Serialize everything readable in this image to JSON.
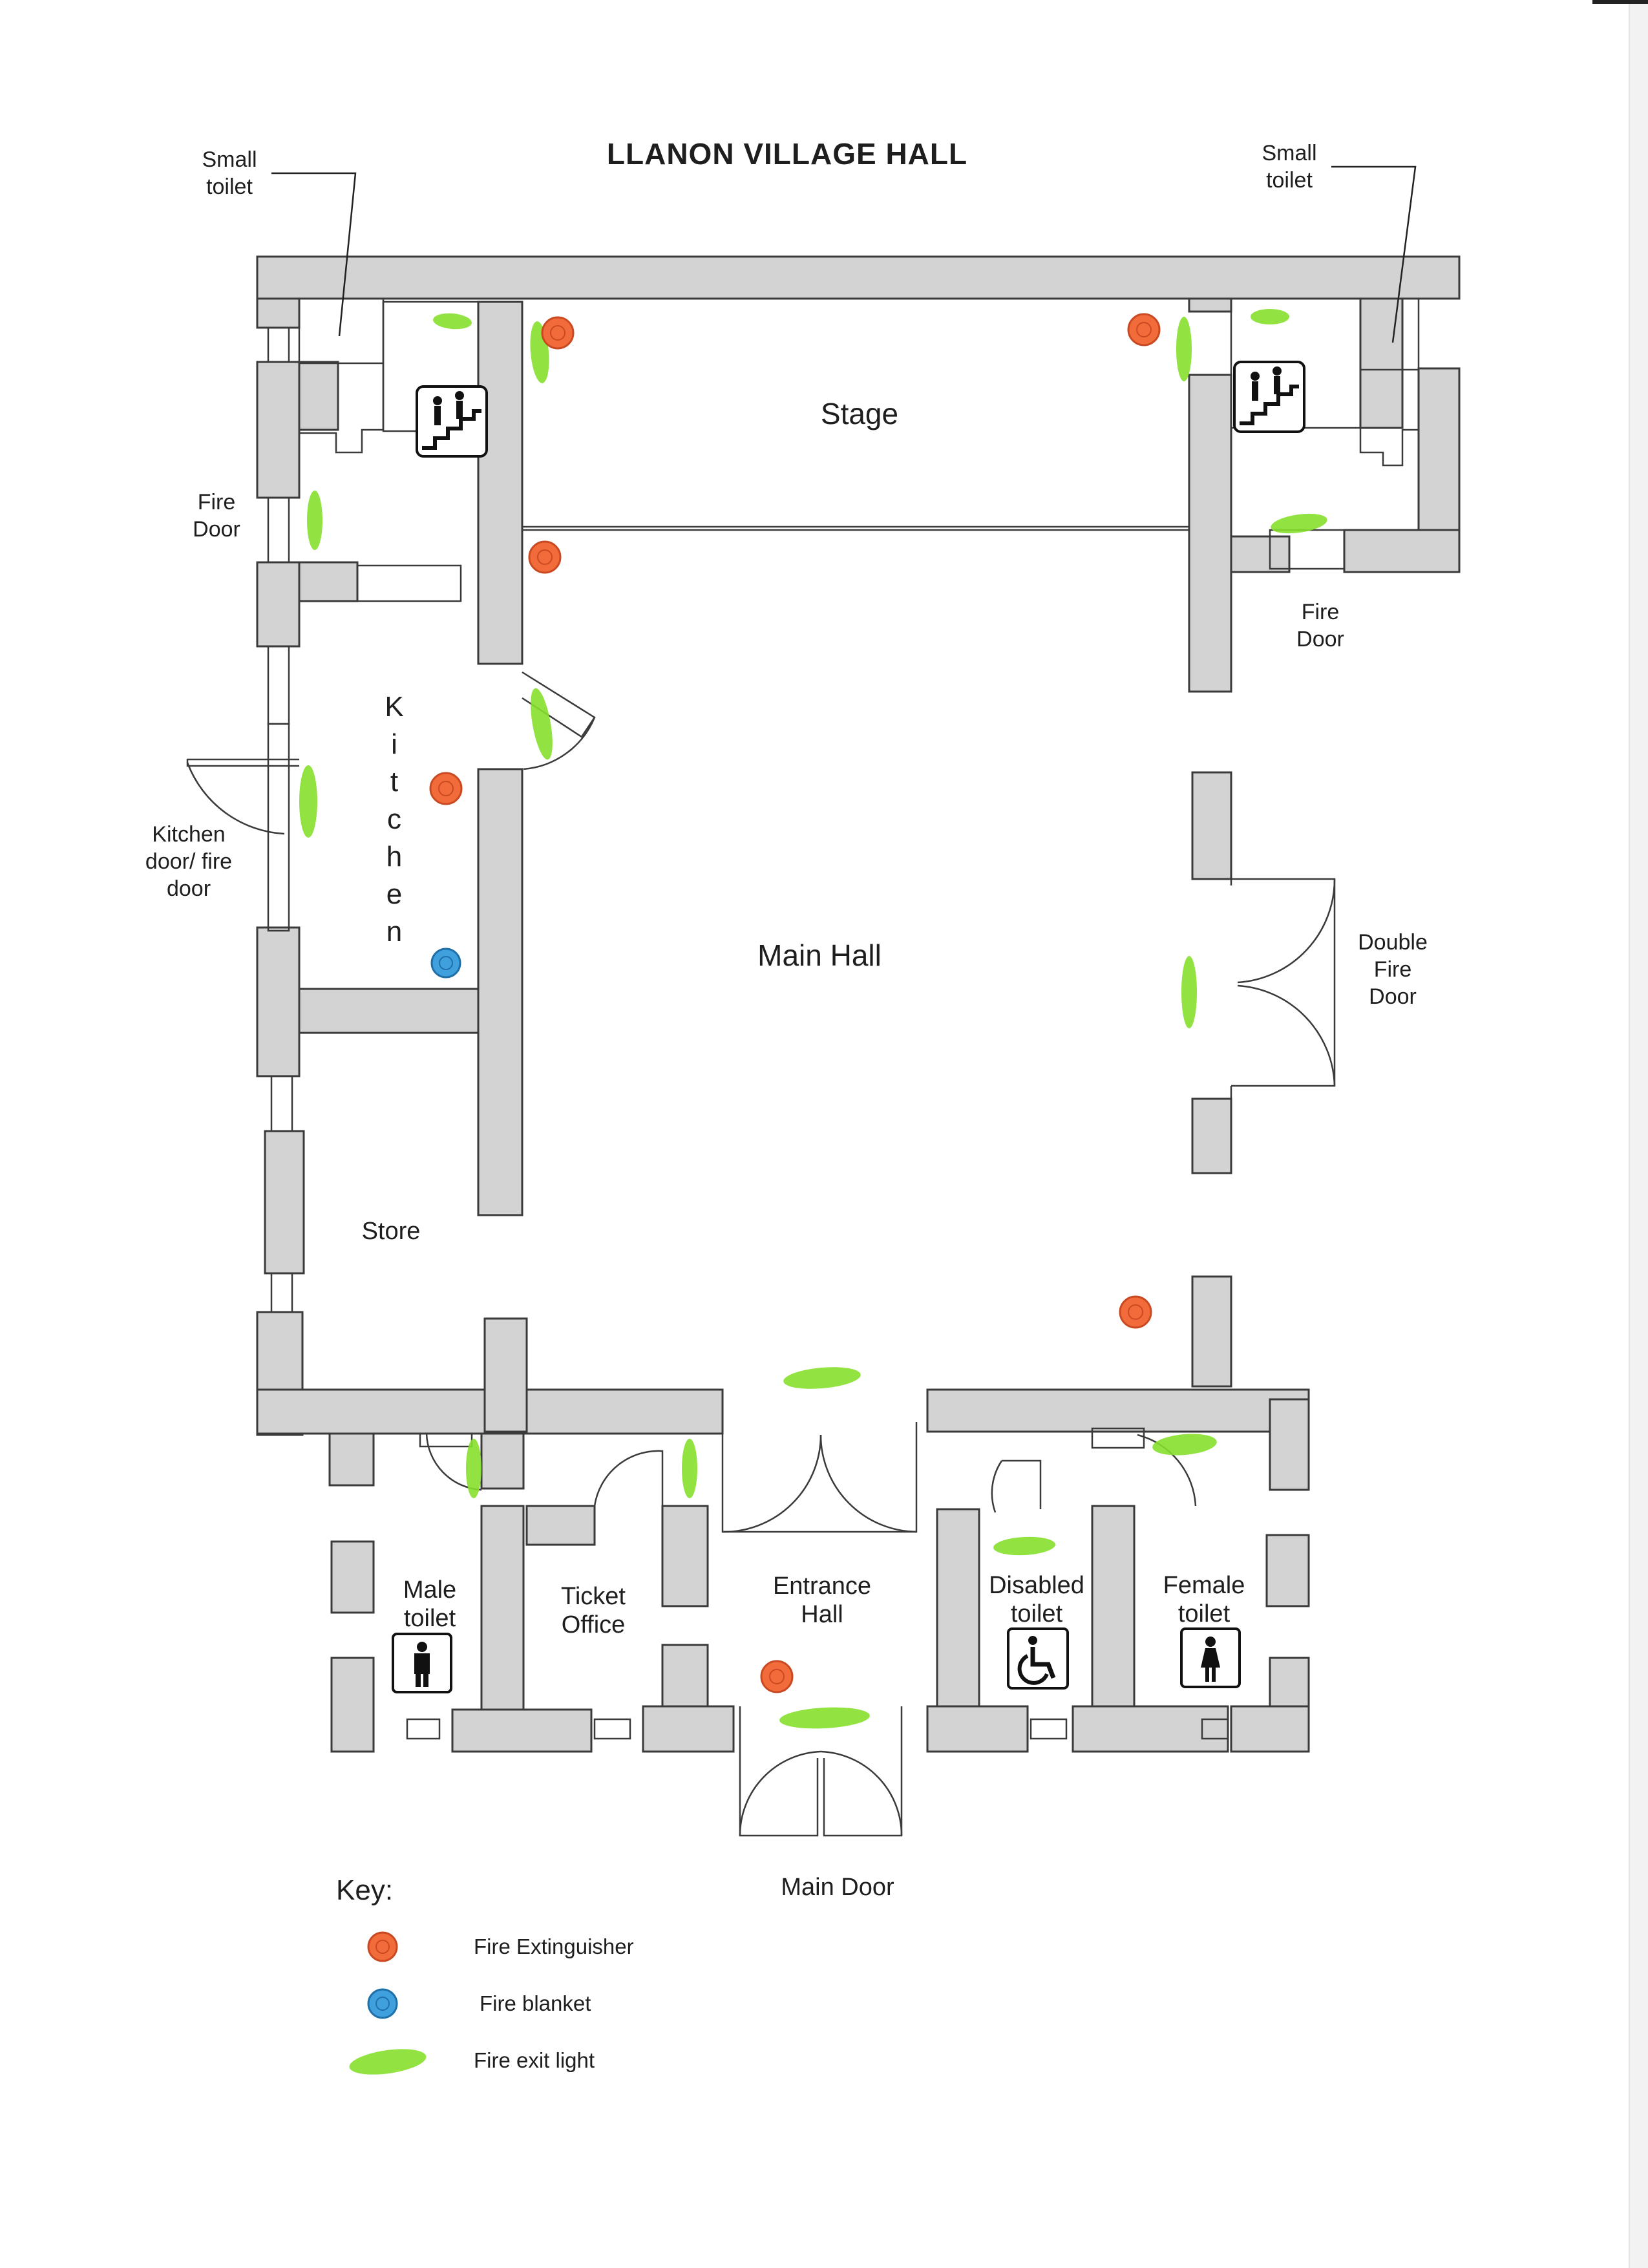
{
  "title": "LLANON VILLAGE HALL",
  "rooms": {
    "stage": "Stage",
    "main_hall": "Main Hall",
    "kitchen": "Kitchen",
    "store": "Store",
    "entrance_hall": "Entrance Hall",
    "ticket_office": "Ticket Office",
    "male_toilet": "Male toilet",
    "disabled_toilet": "Disabled toilet",
    "female_toilet": "Female toilet"
  },
  "annotations": {
    "small_toilet_left": "Small toilet",
    "small_toilet_right": "Small toilet",
    "fire_door_left": "Fire Door",
    "fire_door_right": "Fire Door",
    "kitchen_door": "Kitchen door/ fire door",
    "double_fire_door": "Double Fire Door",
    "main_door": "Main Door"
  },
  "key": {
    "heading": "Key:",
    "items": [
      {
        "label": "Fire Extinguisher",
        "color": "#f26b3a"
      },
      {
        "label": "Fire blanket",
        "color": "#3fa0dd"
      },
      {
        "label": "Fire exit light",
        "color": "#86e02c"
      }
    ]
  },
  "colors": {
    "wall_fill": "#d3d3d3",
    "wall_stroke": "#3a3a3a",
    "extinguisher": "#f26b3a",
    "blanket": "#3fa0dd",
    "exit_light": "#86e02c"
  },
  "icons": [
    "stairs-icon",
    "male-icon",
    "wheelchair-icon",
    "female-icon"
  ]
}
